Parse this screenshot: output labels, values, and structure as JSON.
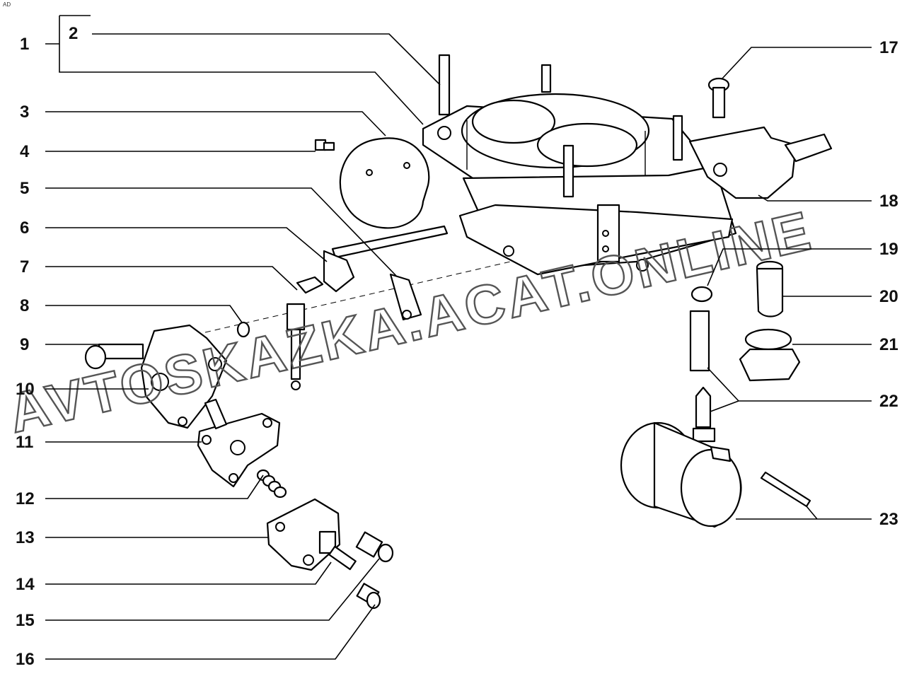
{
  "corner_mark": "AD",
  "watermark": "AVTOSKAZKA.ACAT.ONLINE",
  "callouts": [
    "1",
    "2",
    "3",
    "4",
    "5",
    "6",
    "7",
    "8",
    "9",
    "10",
    "11",
    "12",
    "13",
    "14",
    "15",
    "16",
    "17",
    "18",
    "19",
    "20",
    "21",
    "22",
    "23"
  ]
}
